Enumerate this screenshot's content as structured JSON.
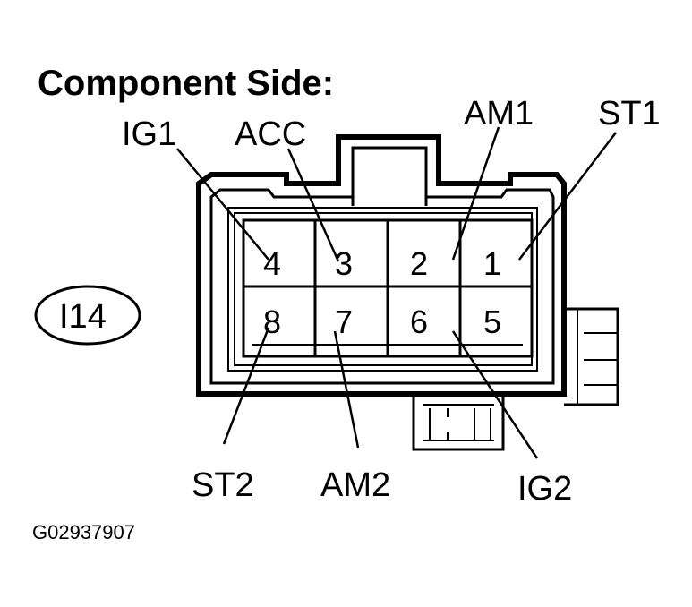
{
  "title": "Component Side:",
  "connector_code": "I14",
  "figure_id": "G02937907",
  "pins": {
    "p1": "1",
    "p2": "2",
    "p3": "3",
    "p4": "4",
    "p5": "5",
    "p6": "6",
    "p7": "7",
    "p8": "8"
  },
  "terminals": {
    "t1": "ST1",
    "t2": "AM1",
    "t3": "ACC",
    "t4": "IG1",
    "t5": "IG2",
    "t6": "AM2",
    "t7": "ST2"
  }
}
